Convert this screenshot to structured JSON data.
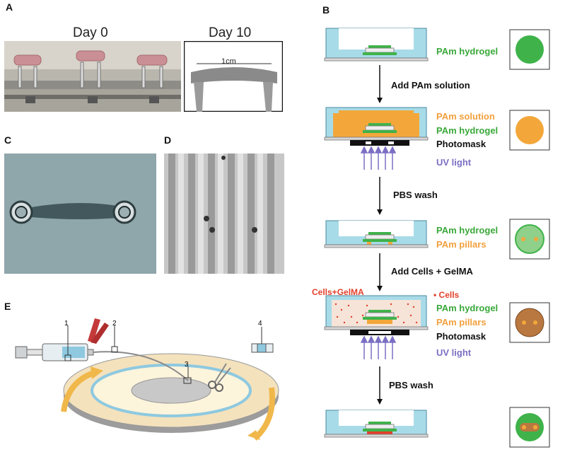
{
  "panels": {
    "a": {
      "letter": "A",
      "day0": "Day 0",
      "day10": "Day 10",
      "scale": "1cm"
    },
    "b": {
      "letter": "B"
    },
    "c": {
      "letter": "C"
    },
    "d": {
      "letter": "D"
    },
    "e": {
      "letter": "E",
      "callouts": [
        "1",
        "2",
        "3",
        "4"
      ]
    }
  },
  "schematic": {
    "steps": [
      {
        "labels": [
          {
            "text": "PAm hydrogel",
            "color": "#3aa83a"
          }
        ]
      },
      {
        "arrow": "Add PAm solution"
      },
      {
        "labels": [
          {
            "text": "PAm solution",
            "color": "#f2a03d"
          },
          {
            "text": "PAm hydrogel",
            "color": "#3aa83a"
          },
          {
            "text": "Photomask",
            "color": "#111111"
          }
        ],
        "uv": "UV light"
      },
      {
        "arrow": "PBS wash"
      },
      {
        "labels": [
          {
            "text": "PAm hydrogel",
            "color": "#3aa83a"
          },
          {
            "text": "PAm pillars",
            "color": "#f2a03d"
          }
        ]
      },
      {
        "arrow": "Add Cells + GelMA"
      },
      {
        "side_label": "Cells+GelMA",
        "labels": [
          {
            "text": "• Cells",
            "color": "#e2402b"
          },
          {
            "text": "PAm hydrogel",
            "color": "#3aa83a"
          },
          {
            "text": "PAm pillars",
            "color": "#f2a03d"
          },
          {
            "text": "Photomask",
            "color": "#111111"
          }
        ],
        "uv": "UV light"
      },
      {
        "arrow": "PBS wash"
      }
    ]
  },
  "colors": {
    "hydrogel": "#3fb34a",
    "solution": "#f3a73b",
    "well": "#9fd9e6",
    "uv": "#7b6fc4",
    "cells": "#e2402b"
  }
}
